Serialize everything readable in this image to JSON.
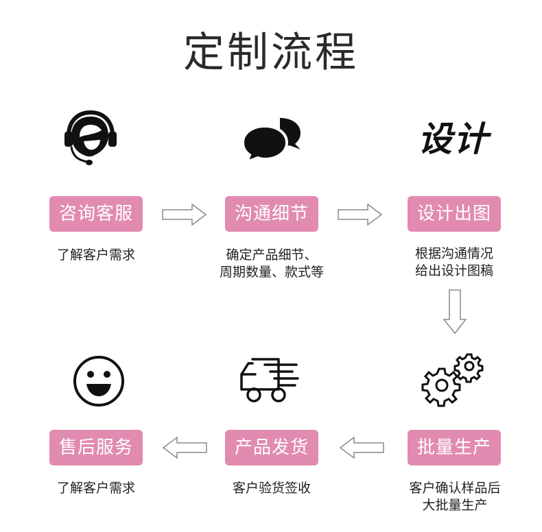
{
  "title": "定制流程",
  "steps": [
    {
      "label": "咨询客服",
      "desc": "了解客户需求",
      "icon": "headset-support-icon"
    },
    {
      "label": "沟通细节",
      "desc": "确定产品细节、\n周期数量、款式等",
      "icon": "chat-bubbles-icon"
    },
    {
      "label": "设计出图",
      "desc": "根据沟通情况\n给出设计图稿",
      "icon": "design-text-icon",
      "icon_text": "设计"
    },
    {
      "label": "批量生产",
      "desc": "客户确认样品后\n大批量生产",
      "icon": "gears-icon"
    },
    {
      "label": "产品发货",
      "desc": "客户验货签收",
      "icon": "delivery-truck-icon"
    },
    {
      "label": "售后服务",
      "desc": "了解客户需求",
      "icon": "smiley-face-icon"
    }
  ],
  "colors": {
    "pill": "#e18bb0",
    "arrow_stroke": "#888888"
  }
}
